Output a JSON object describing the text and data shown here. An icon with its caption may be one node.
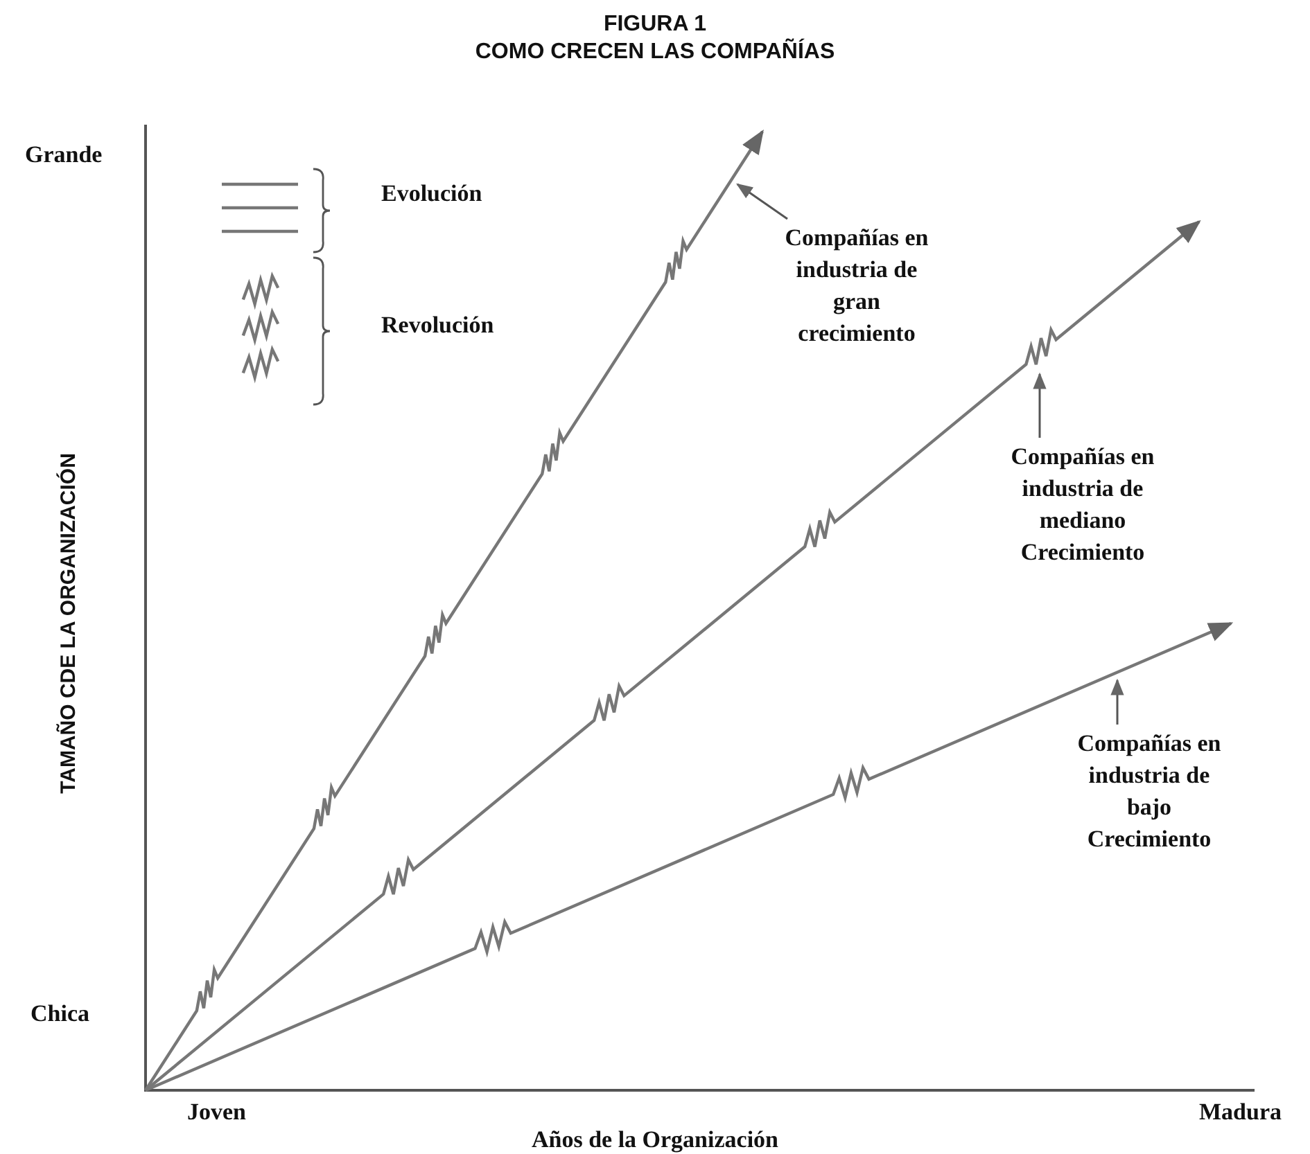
{
  "diagram": {
    "title": "COMO CRECEN LAS COMPAÑÍAS",
    "nodes": [
      {
        "text": [
          "Compañías en industria de gran crecimiento"
        ]
      },
      {
        "text": [
          "Compañías en industria de mediano Crecimiento"
        ]
      },
      {
        "text": [
          "Compañías en industria de bajo Crecimiento"
        ]
      }
    ],
    "edges": [
      {
        "from": 0,
        "to": null,
        "arrow": "to"
      },
      {
        "from": 1,
        "to": null,
        "arrow": "to"
      },
      {
        "from": 2,
        "to": null,
        "arrow": "to"
      }
    ],
    "labels": [
      "FIGURA 1",
      "Grande",
      "TAMAÑO CDE LA ORGANIZACIÓN",
      "Chica",
      "Joven",
      "Madura",
      "Años de la Organización"
    ],
    "legend": [
      {
        "text": "Evolución"
      },
      {
        "text": "Revolución"
      }
    ]
  }
}
